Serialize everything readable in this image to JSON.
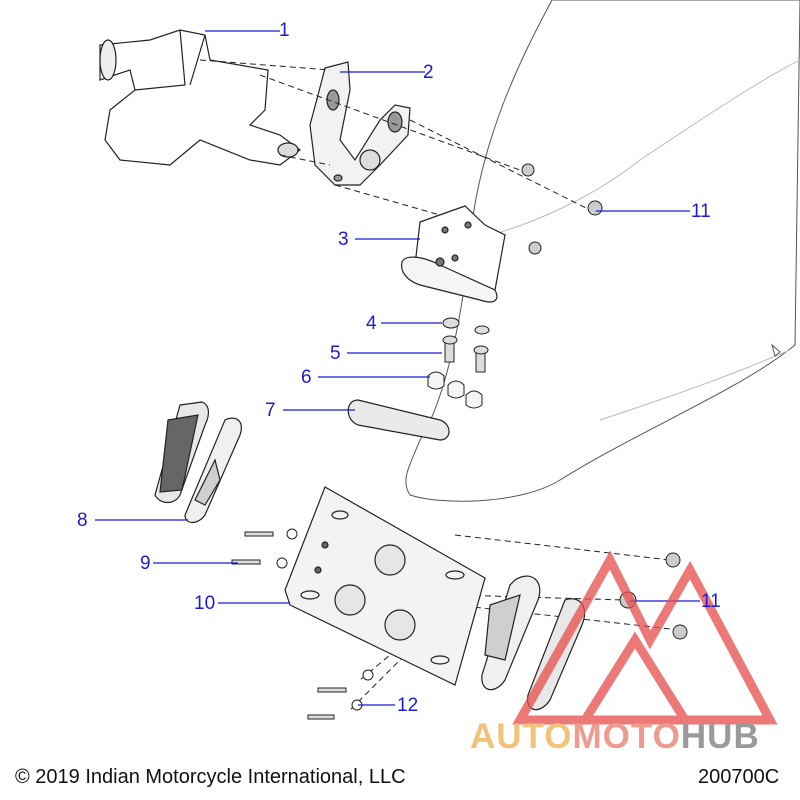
{
  "callouts": [
    {
      "id": "1",
      "label": "1"
    },
    {
      "id": "2",
      "label": "2"
    },
    {
      "id": "3",
      "label": "3"
    },
    {
      "id": "4",
      "label": "4"
    },
    {
      "id": "5",
      "label": "5"
    },
    {
      "id": "6",
      "label": "6"
    },
    {
      "id": "7",
      "label": "7"
    },
    {
      "id": "8",
      "label": "8"
    },
    {
      "id": "9",
      "label": "9"
    },
    {
      "id": "10",
      "label": "10"
    },
    {
      "id": "11a",
      "label": "11"
    },
    {
      "id": "11b",
      "label": "11"
    },
    {
      "id": "12",
      "label": "12"
    }
  ],
  "footer": {
    "copyright": "© 2019 Indian Motorcycle International, LLC",
    "diagram_code": "200700C"
  },
  "watermark": {
    "part1": "AUTO",
    "part2": "MOTO",
    "part3": "HUB"
  },
  "colors": {
    "callout_blue": "#1b1bd6",
    "line_black": "#222222",
    "watermark_red": "#e84c4c",
    "watermark_yellow": "#f2c27a",
    "watermark_gray": "#9a9a9a"
  }
}
